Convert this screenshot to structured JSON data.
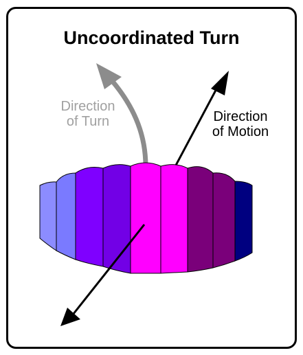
{
  "diagram": {
    "title": "Uncoordinated Turn",
    "direction_of_turn": [
      "Direction",
      "of Turn"
    ],
    "direction_of_motion": [
      "Direction",
      "of Motion"
    ]
  },
  "colors": {
    "frame": "#000000",
    "turn_arrow": "#8c8c8c",
    "turn_text": "#a0a0a0",
    "motion_arrow": "#000000",
    "canopy_cells": [
      "#8c8cff",
      "#7a7aff",
      "#7f00ff",
      "#7200e6",
      "#ff00ff",
      "#ff00ff",
      "#7a007a",
      "#7a007a",
      "#000080"
    ]
  }
}
